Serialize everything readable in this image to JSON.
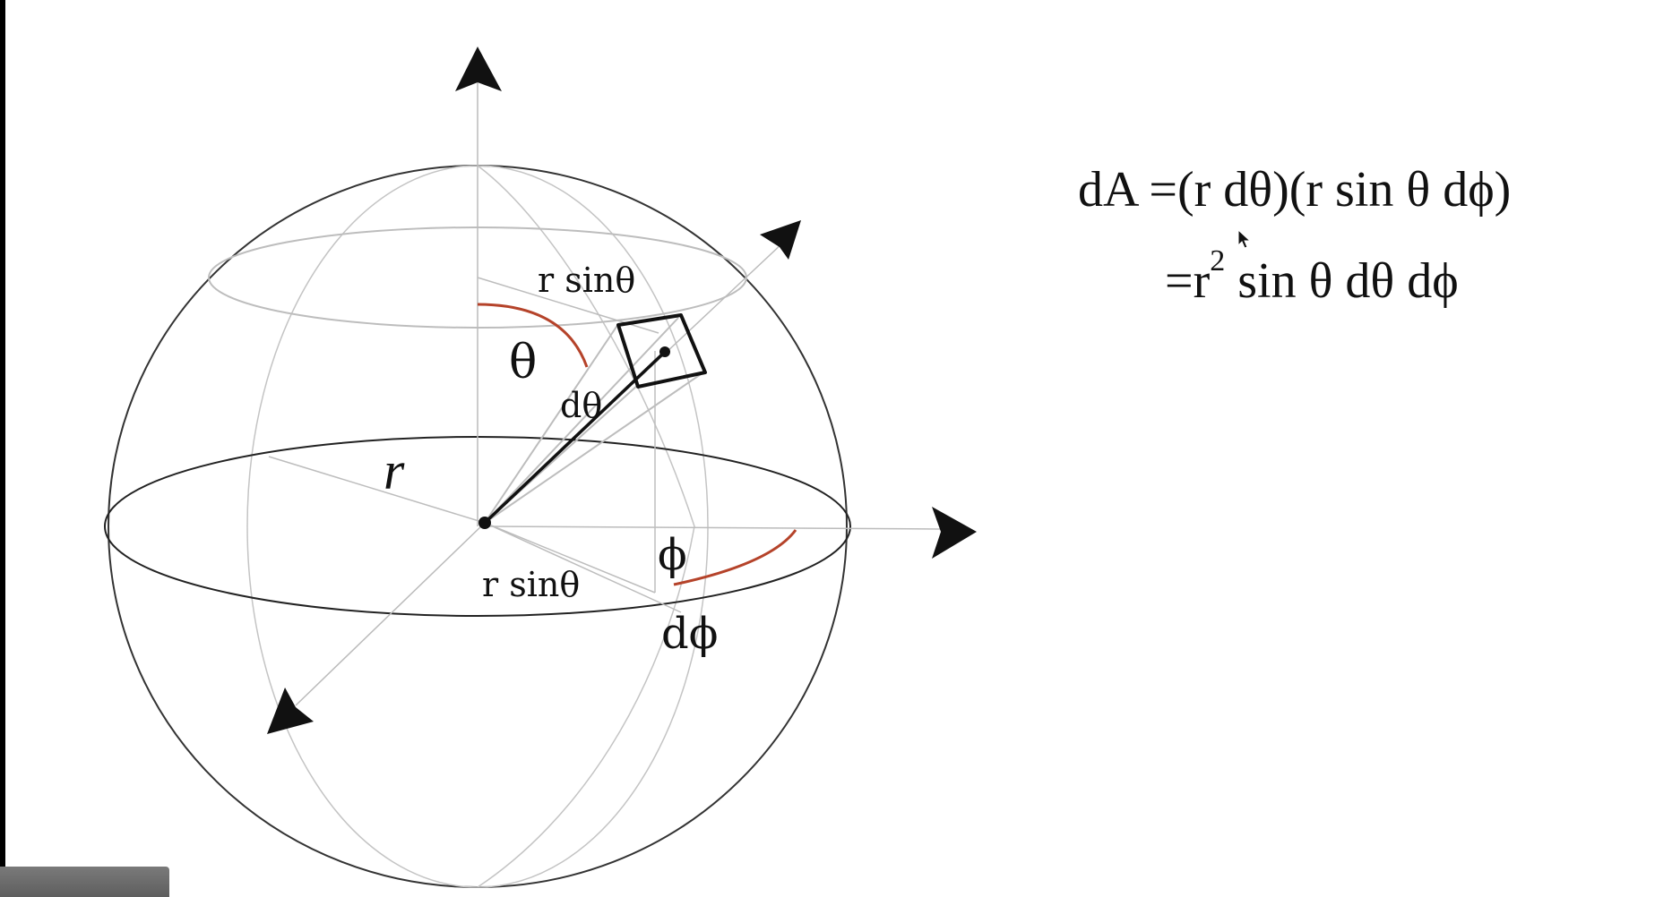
{
  "diagram": {
    "labels": {
      "r_sin_theta_top": "r sinθ",
      "theta": "θ",
      "d_theta": "dθ",
      "r": "r",
      "phi": "ϕ",
      "r_sin_theta_bottom": "r sinθ",
      "d_phi": "dϕ"
    },
    "colors": {
      "arc": "#b5432a",
      "outline": "#222222",
      "guide": "#bbbbbb"
    }
  },
  "equation": {
    "line1": {
      "lhs": "dA",
      "eq": "=",
      "rhs": "(r dθ)(r sin θ dϕ)"
    },
    "line2": {
      "eq": "=",
      "r": "r",
      "exp": "2",
      "rest": " sin θ dθ dϕ"
    }
  }
}
